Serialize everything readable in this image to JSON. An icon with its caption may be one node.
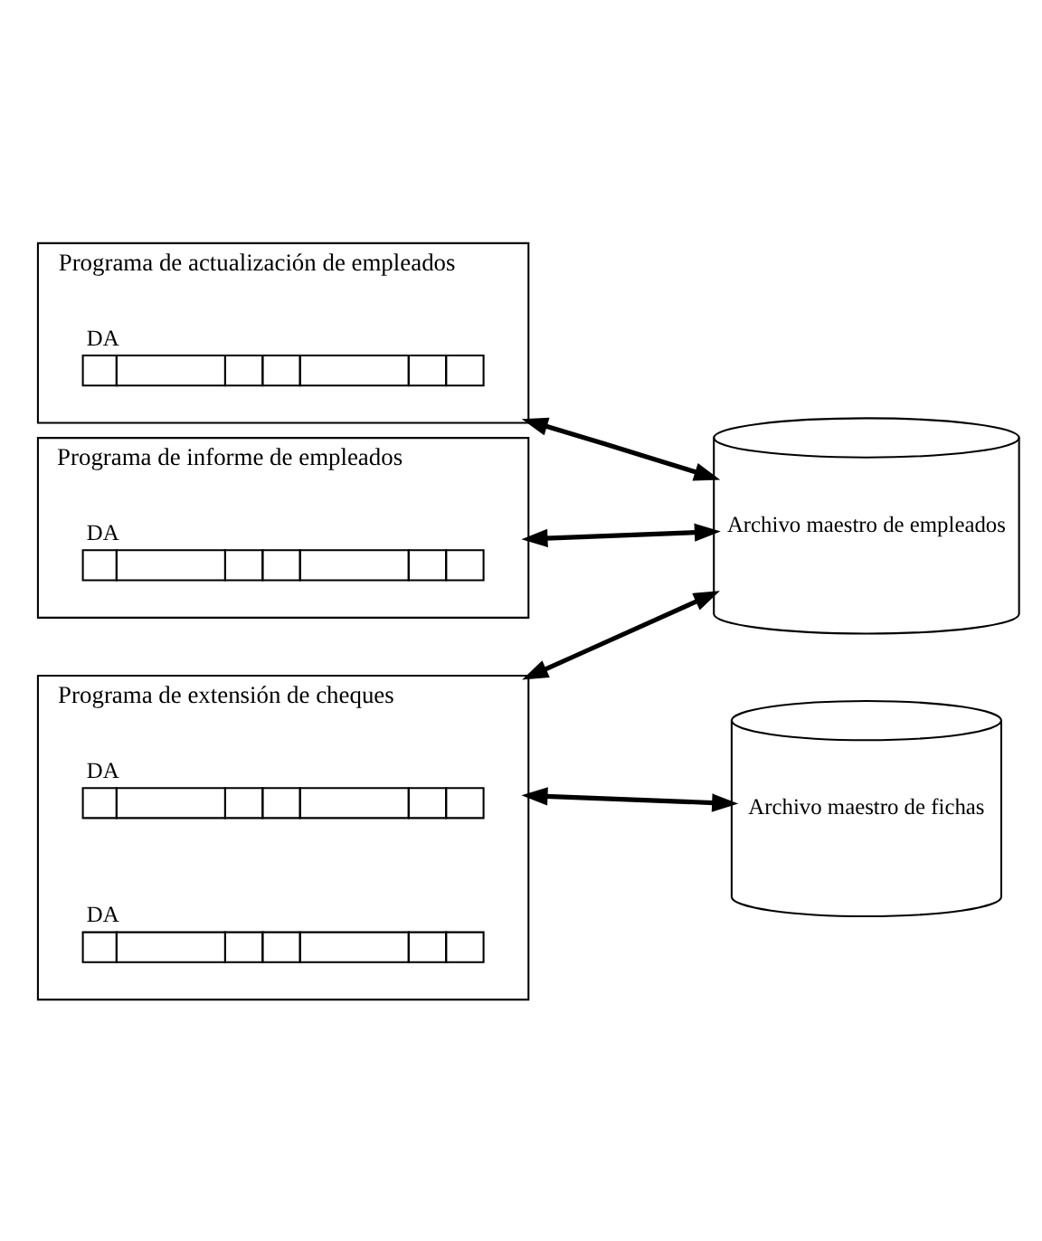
{
  "diagram": {
    "nodes": [
      {
        "text": [
          "Programa de actualización de empleados"
        ]
      },
      {
        "text": [],
        "shape": "bar",
        "in": 0,
        "beside": [
          "DA"
        ]
      },
      {
        "text": [
          "Programa de informe de empleados"
        ]
      },
      {
        "text": [],
        "shape": "bar",
        "in": 2,
        "beside": [
          "DA"
        ]
      },
      {
        "text": [
          "Programa de extensión de cheques"
        ]
      },
      {
        "text": [],
        "shape": "bar",
        "in": 4,
        "beside": [
          "DA"
        ]
      },
      {
        "text": [],
        "shape": "bar",
        "in": 4,
        "beside": [
          "DA"
        ]
      },
      {
        "text": [
          "Archivo maestro de empleados"
        ]
      },
      {
        "text": [
          "Archivo maestro de fichas"
        ]
      }
    ],
    "edges": [
      {
        "from": 0,
        "to": 7,
        "arrow": "both"
      },
      {
        "from": 2,
        "to": 7,
        "arrow": "both"
      },
      {
        "from": 4,
        "to": 7,
        "arrow": "both"
      },
      {
        "from": 4,
        "to": 8,
        "arrow": "both"
      }
    ]
  }
}
